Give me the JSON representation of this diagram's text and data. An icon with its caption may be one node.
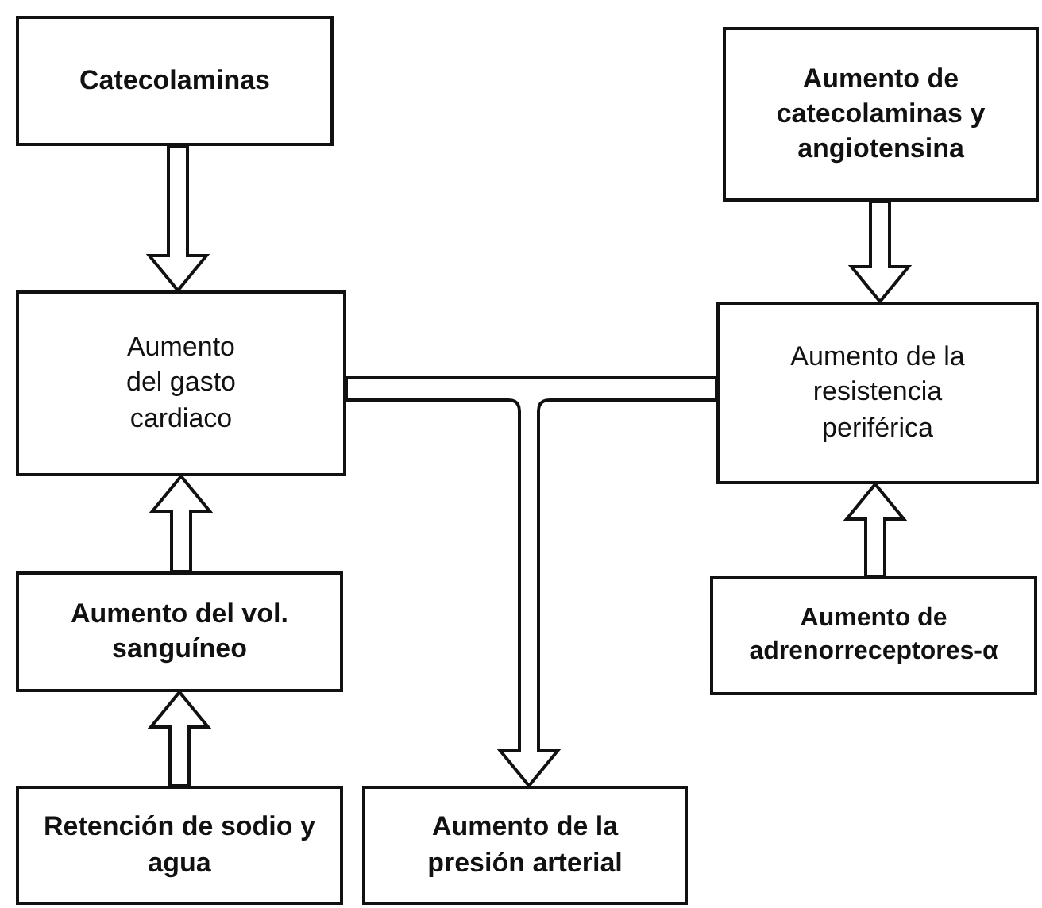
{
  "diagram": {
    "nodes": [
      {
        "text": [
          "Catecolaminas"
        ]
      },
      {
        "text": [
          "Aumento de catecolaminas y angiotensina"
        ]
      },
      {
        "text": [
          "Aumento del gasto cardiaco"
        ]
      },
      {
        "text": [
          "Aumento de la resistencia periférica"
        ]
      },
      {
        "text": [
          "Aumento del vol. sanguíneo"
        ]
      },
      {
        "text": [
          "Aumento de adrenorreceptores-α"
        ]
      },
      {
        "text": [
          "Retención de sodio y agua"
        ]
      },
      {
        "text": [
          "Aumento de la presión arterial"
        ]
      }
    ],
    "edges": [
      {
        "from": 0,
        "to": 2,
        "arrow": "to"
      },
      {
        "from": 1,
        "to": 3,
        "arrow": "to"
      },
      {
        "from": 4,
        "to": 2,
        "arrow": "to"
      },
      {
        "from": 6,
        "to": 4,
        "arrow": "to"
      },
      {
        "from": 5,
        "to": 3,
        "arrow": "to"
      },
      {
        "from": 2,
        "to": 7,
        "arrow": "to"
      },
      {
        "from": 3,
        "to": 7,
        "arrow": "to"
      }
    ]
  }
}
